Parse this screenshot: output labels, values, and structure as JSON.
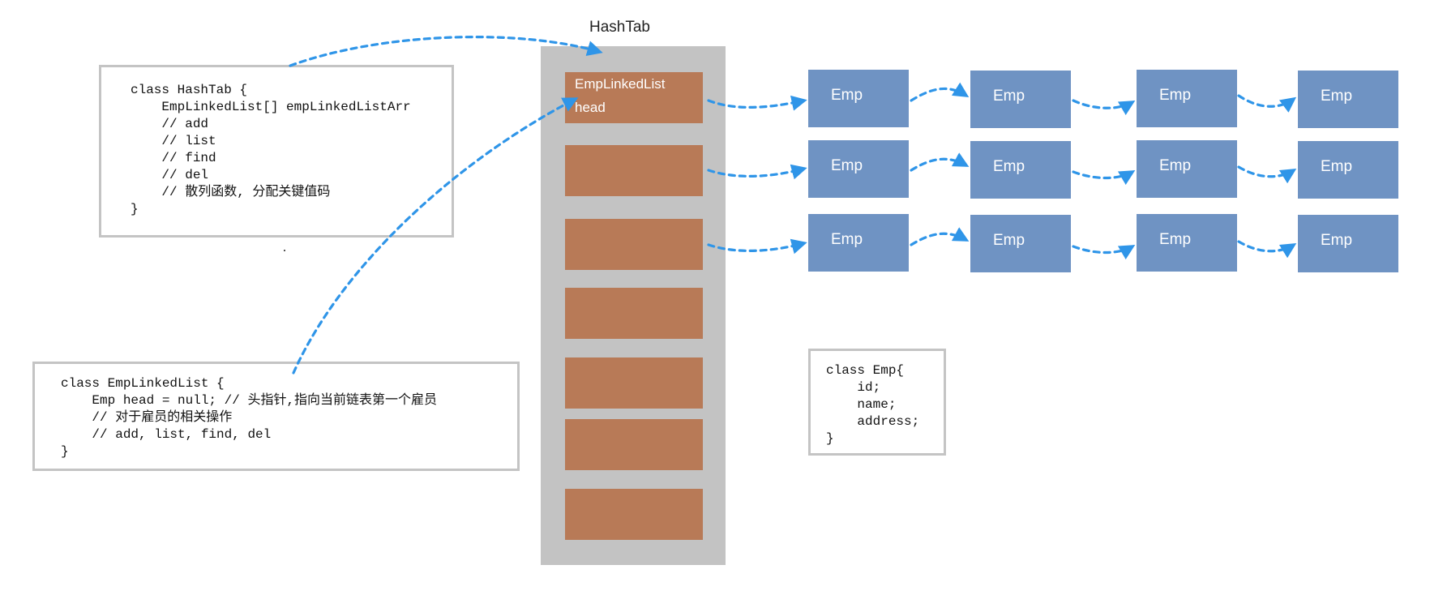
{
  "title": "HashTab",
  "hashtab_code": [
    "class HashTab {",
    "    EmpLinkedList[] empLinkedListArr",
    "    // add",
    "    // list",
    "    // find",
    "    // del",
    "    // 散列函数, 分配关键值码",
    "}"
  ],
  "emplinkedlist_code": [
    "class EmpLinkedList {",
    "    Emp head = null; // 头指针,指向当前链表第一个雇员",
    "    // 对于雇员的相关操作",
    "    // add, list, find, del",
    "}"
  ],
  "emp_code": [
    "class Emp{",
    "    id;",
    "    name;",
    "    address;",
    "}"
  ],
  "first_bucket": {
    "line1": "EmpLinkedList",
    "line2": "head"
  },
  "emp_label": "Emp",
  "colors": {
    "bucket": "#b87a57",
    "emp_node": "#6f93c3",
    "column": "#c3c3c3",
    "arrow": "#2f95e8"
  }
}
